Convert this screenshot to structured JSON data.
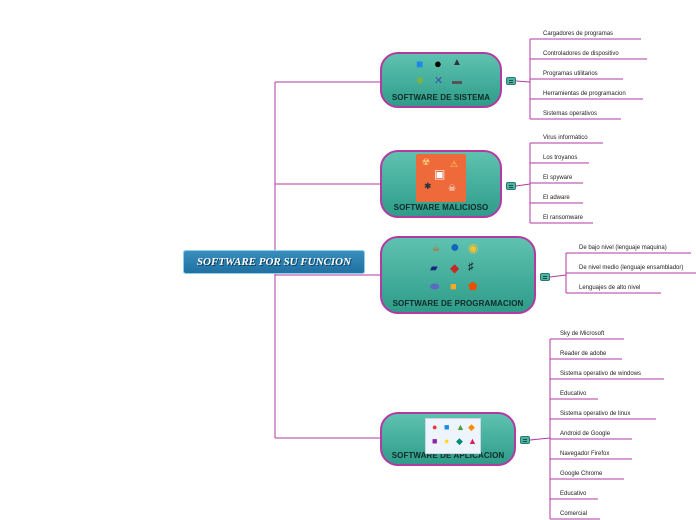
{
  "root": {
    "label": "SOFTWARE POR SU FUNCION"
  },
  "branches": [
    {
      "label": "SOFTWARE DE SISTEMA",
      "leaves": [
        "Cargadores de programas",
        "Controladores de dispositivo",
        "Programas utilitarios",
        "Herramientas de programacion",
        "Sistemas operativos"
      ]
    },
    {
      "label": "SOFTWARE MALICIOSO",
      "leaves": [
        "Virus informático",
        "Los troyanos",
        "El spyware",
        "El adware",
        "El ransomware"
      ]
    },
    {
      "label": "SOFTWARE DE PROGRAMACION",
      "leaves": [
        "De bajo nivel (lenguaje maquina)",
        "De nivel medio (lenguaje ensamblador)",
        "Lenguajes de alto nivel"
      ]
    },
    {
      "label": "SOFTWARE DE APLICACION",
      "leaves": [
        "Sky de Microsoft",
        "Reader de adobe",
        "Sistema operativo de windows",
        "Educativo",
        "Sistema operativo de linux",
        "Android de Google",
        "Navegador Firefox",
        "Google Chrome",
        "Educativo",
        "Comercial"
      ]
    }
  ],
  "colors": {
    "root_fill": "#2a7fb0",
    "branch_fill": "#47b09e",
    "branch_border": "#b23aa3",
    "connector": "#b23aa3"
  },
  "images": {
    "sistema": [
      "windows-logo-icon",
      "apple-logo-icon",
      "linux-logo-icon",
      "android-icon",
      "tools-icon",
      "printer-icon"
    ],
    "malicioso": [
      "malware-collage-icon"
    ],
    "programacion": [
      "java-icon",
      "c-sharp-icon",
      "python-icon",
      "perl-icon",
      "ruby-icon",
      "c-sharp-icon",
      "php-icon",
      "javascript-icon",
      "html5-icon"
    ],
    "aplicacion": [
      "applications-collage-icon"
    ]
  }
}
